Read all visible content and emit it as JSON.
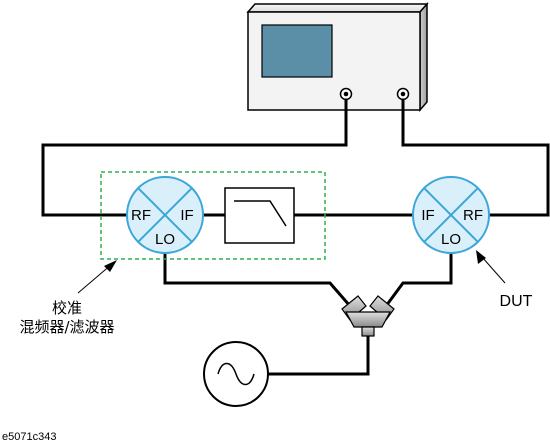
{
  "mixer_left": {
    "rf": "RF",
    "if": "IF",
    "lo": "LO"
  },
  "mixer_right": {
    "rf": "RF",
    "if": "IF",
    "lo": "LO"
  },
  "calibration_label": {
    "line1": "校准",
    "line2": "混频器/滤波器"
  },
  "dut_label": "DUT",
  "figure_code": "e5071c343",
  "colors": {
    "mixer_fill": "#d9f0fb",
    "mixer_stroke": "#3ba6d9",
    "screen": "#5b8fa8",
    "dashed_box": "#2bb24c",
    "instrument_panel": "#f3f3f3"
  }
}
